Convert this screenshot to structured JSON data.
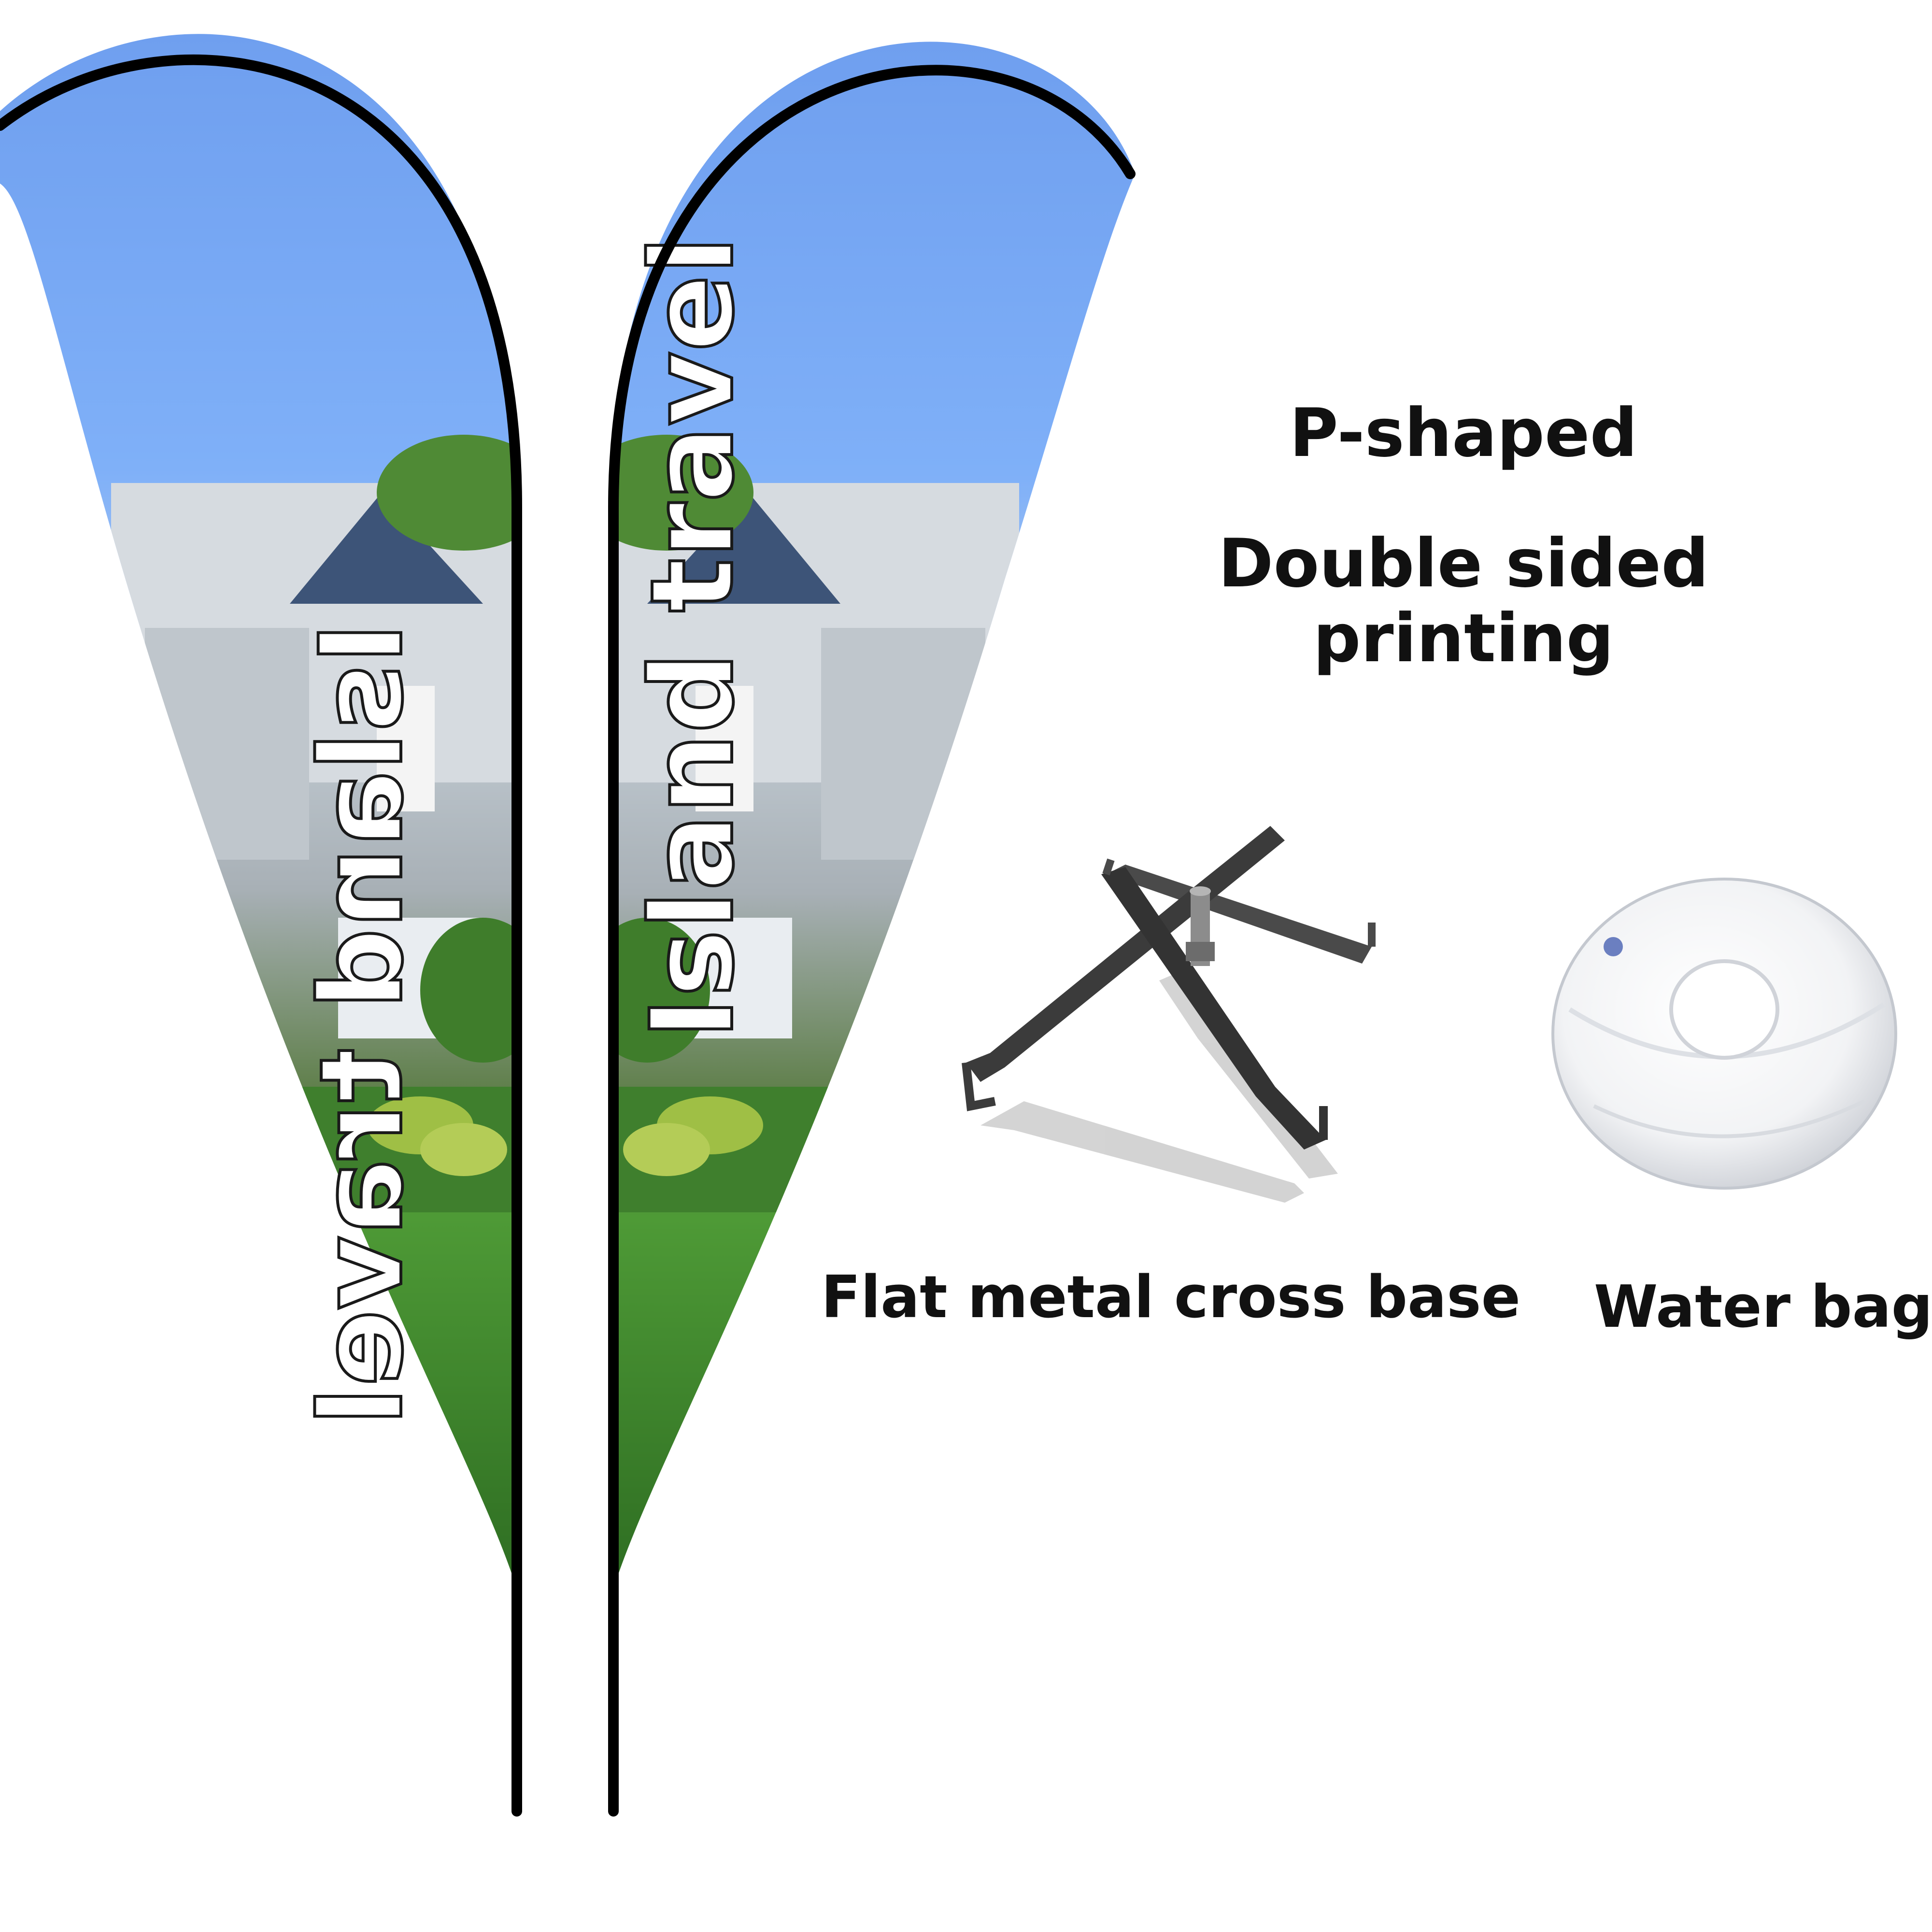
{
  "product": {
    "flag_text": "Island travel",
    "flag_colors": {
      "sky": "#7aaaf4",
      "grass": "#3f8f2c",
      "pole": "#000000",
      "lettering": "#ffffff"
    }
  },
  "features": {
    "shape_label": "P-shaped",
    "printing_label": "Double sided\nprinting"
  },
  "accessories": [
    {
      "label": "Flat metal cross base",
      "icon": "cross-base-icon"
    },
    {
      "label": "Water bag",
      "icon": "water-bag-icon"
    }
  ]
}
